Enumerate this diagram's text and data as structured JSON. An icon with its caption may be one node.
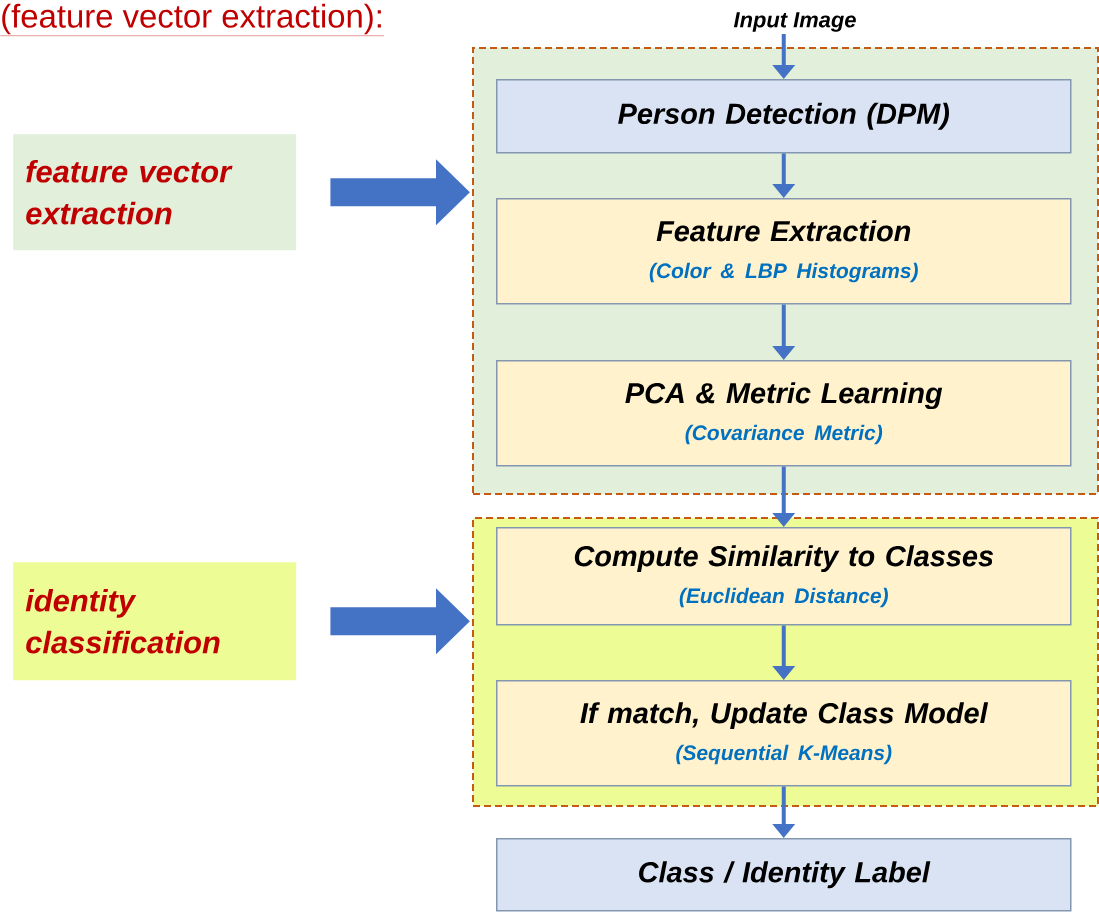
{
  "diagram": {
    "title": "(feature vector extraction):",
    "nodes": [
      {
        "text": [],
        "shape": "box"
      },
      {
        "text": [
          "Input Image"
        ]
      },
      {
        "text": [
          "Person Detection (DPM)"
        ],
        "in": 0
      },
      {
        "text": [
          "Feature Extraction",
          "(Color & LBP Histograms)"
        ],
        "in": 0
      },
      {
        "text": [
          "PCA & Metric Learning",
          "(Covariance Metric)"
        ],
        "in": 0
      },
      {
        "text": [],
        "shape": "box"
      },
      {
        "text": [
          "Compute Similarity to Classes",
          "(Euclidean Distance)"
        ],
        "in": 5
      },
      {
        "text": [
          "If match, Update Class Model",
          "(Sequential K-Means)"
        ],
        "in": 5
      },
      {
        "text": [
          "Class / Identity Label"
        ]
      },
      {
        "text": [
          "feature vector extraction"
        ]
      },
      {
        "text": [
          "identity classification"
        ]
      }
    ],
    "edges": [
      {
        "from": 1,
        "to": 2,
        "arrow": "to"
      },
      {
        "from": 2,
        "to": 3,
        "arrow": "to"
      },
      {
        "from": 3,
        "to": 4,
        "arrow": "to"
      },
      {
        "from": 4,
        "to": 6,
        "arrow": "to"
      },
      {
        "from": 6,
        "to": 7,
        "arrow": "to"
      },
      {
        "from": 7,
        "to": 8,
        "arrow": "to"
      },
      {
        "from": 9,
        "to": 0,
        "arrow": "to",
        "style": "thick"
      },
      {
        "from": 10,
        "to": 5,
        "arrow": "to",
        "style": "thick"
      }
    ]
  }
}
